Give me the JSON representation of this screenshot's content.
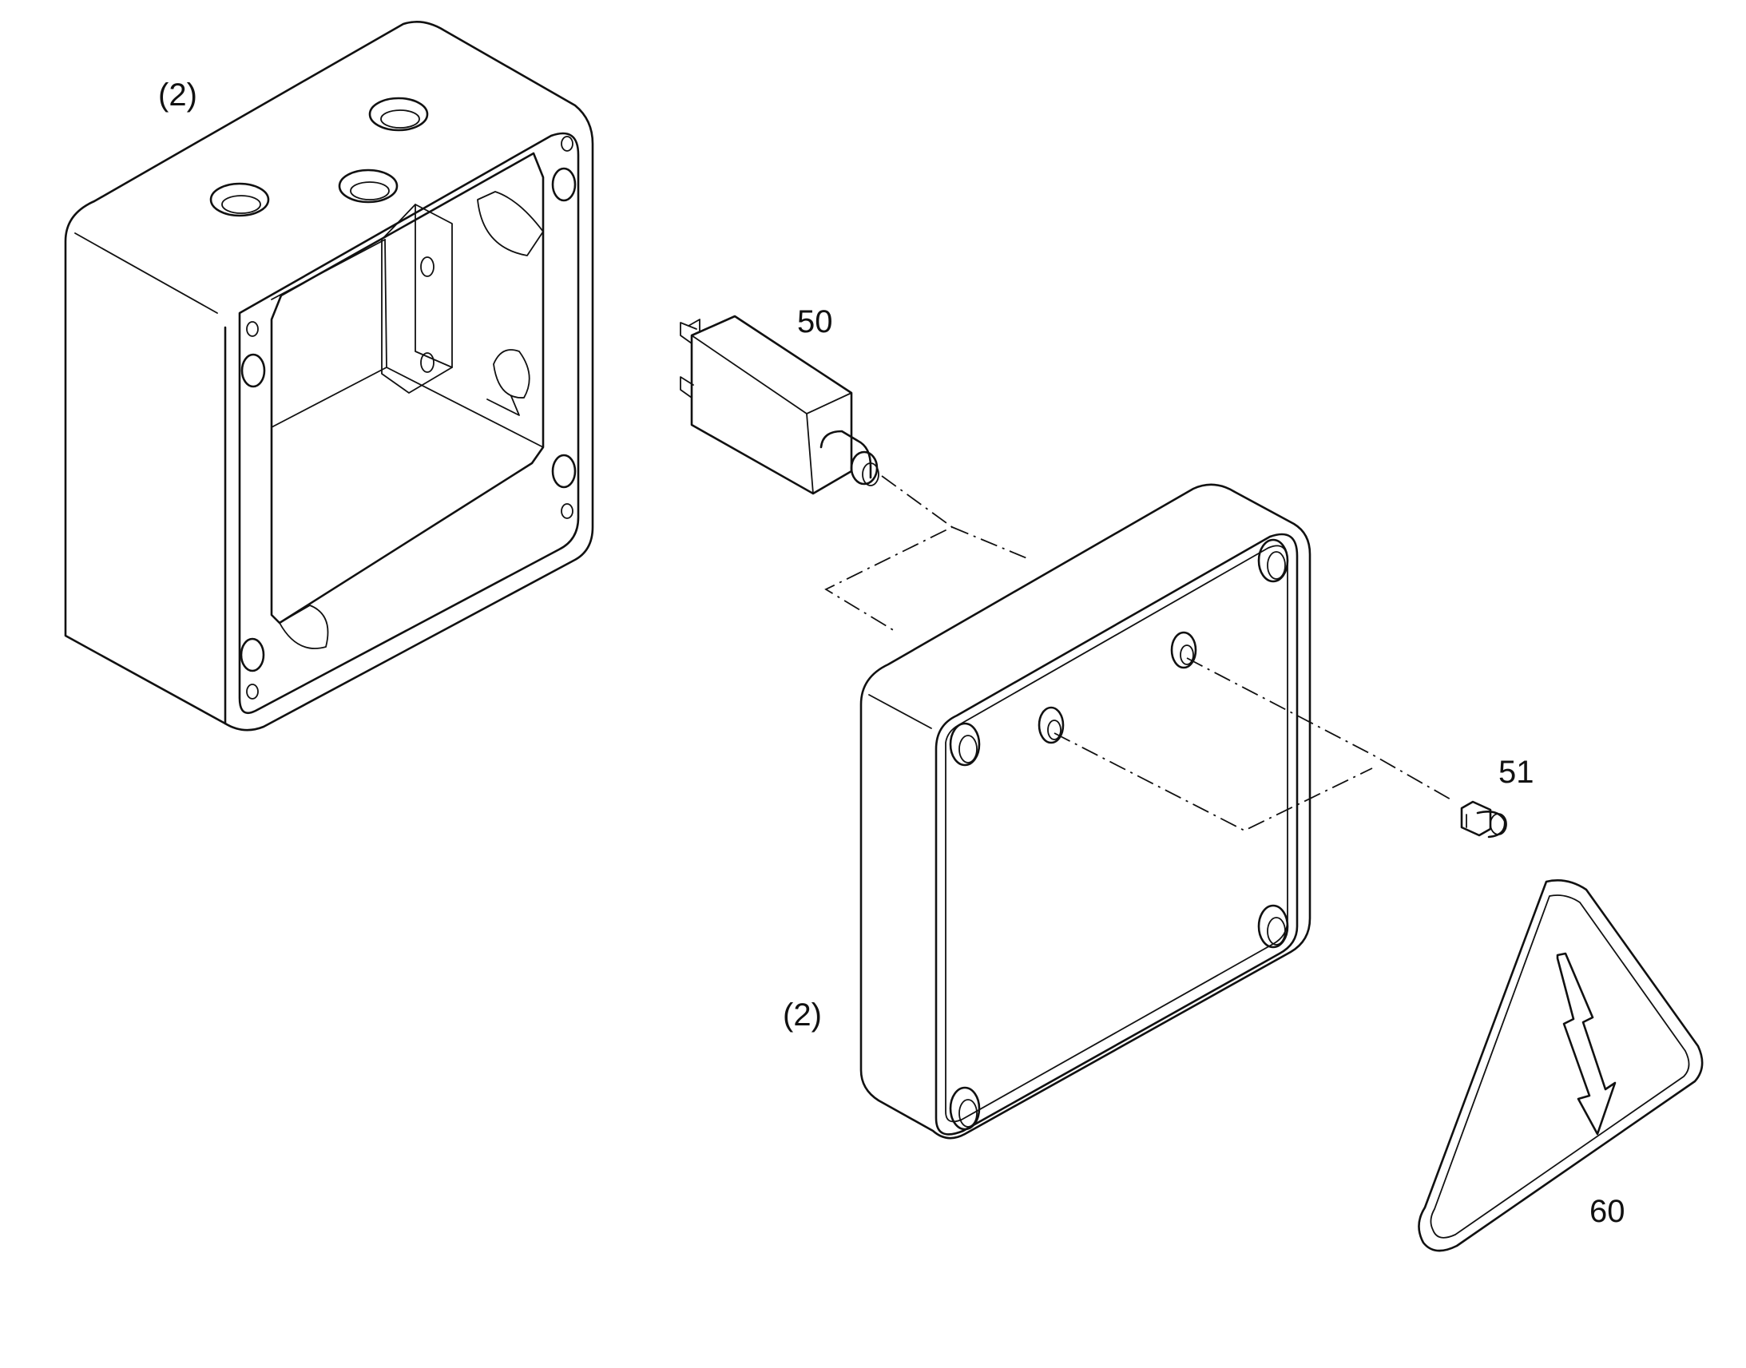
{
  "callouts": {
    "housing_base": "(2)",
    "relay": "50",
    "housing_cover": "(2)",
    "plug": "51",
    "warning_label": "60"
  }
}
